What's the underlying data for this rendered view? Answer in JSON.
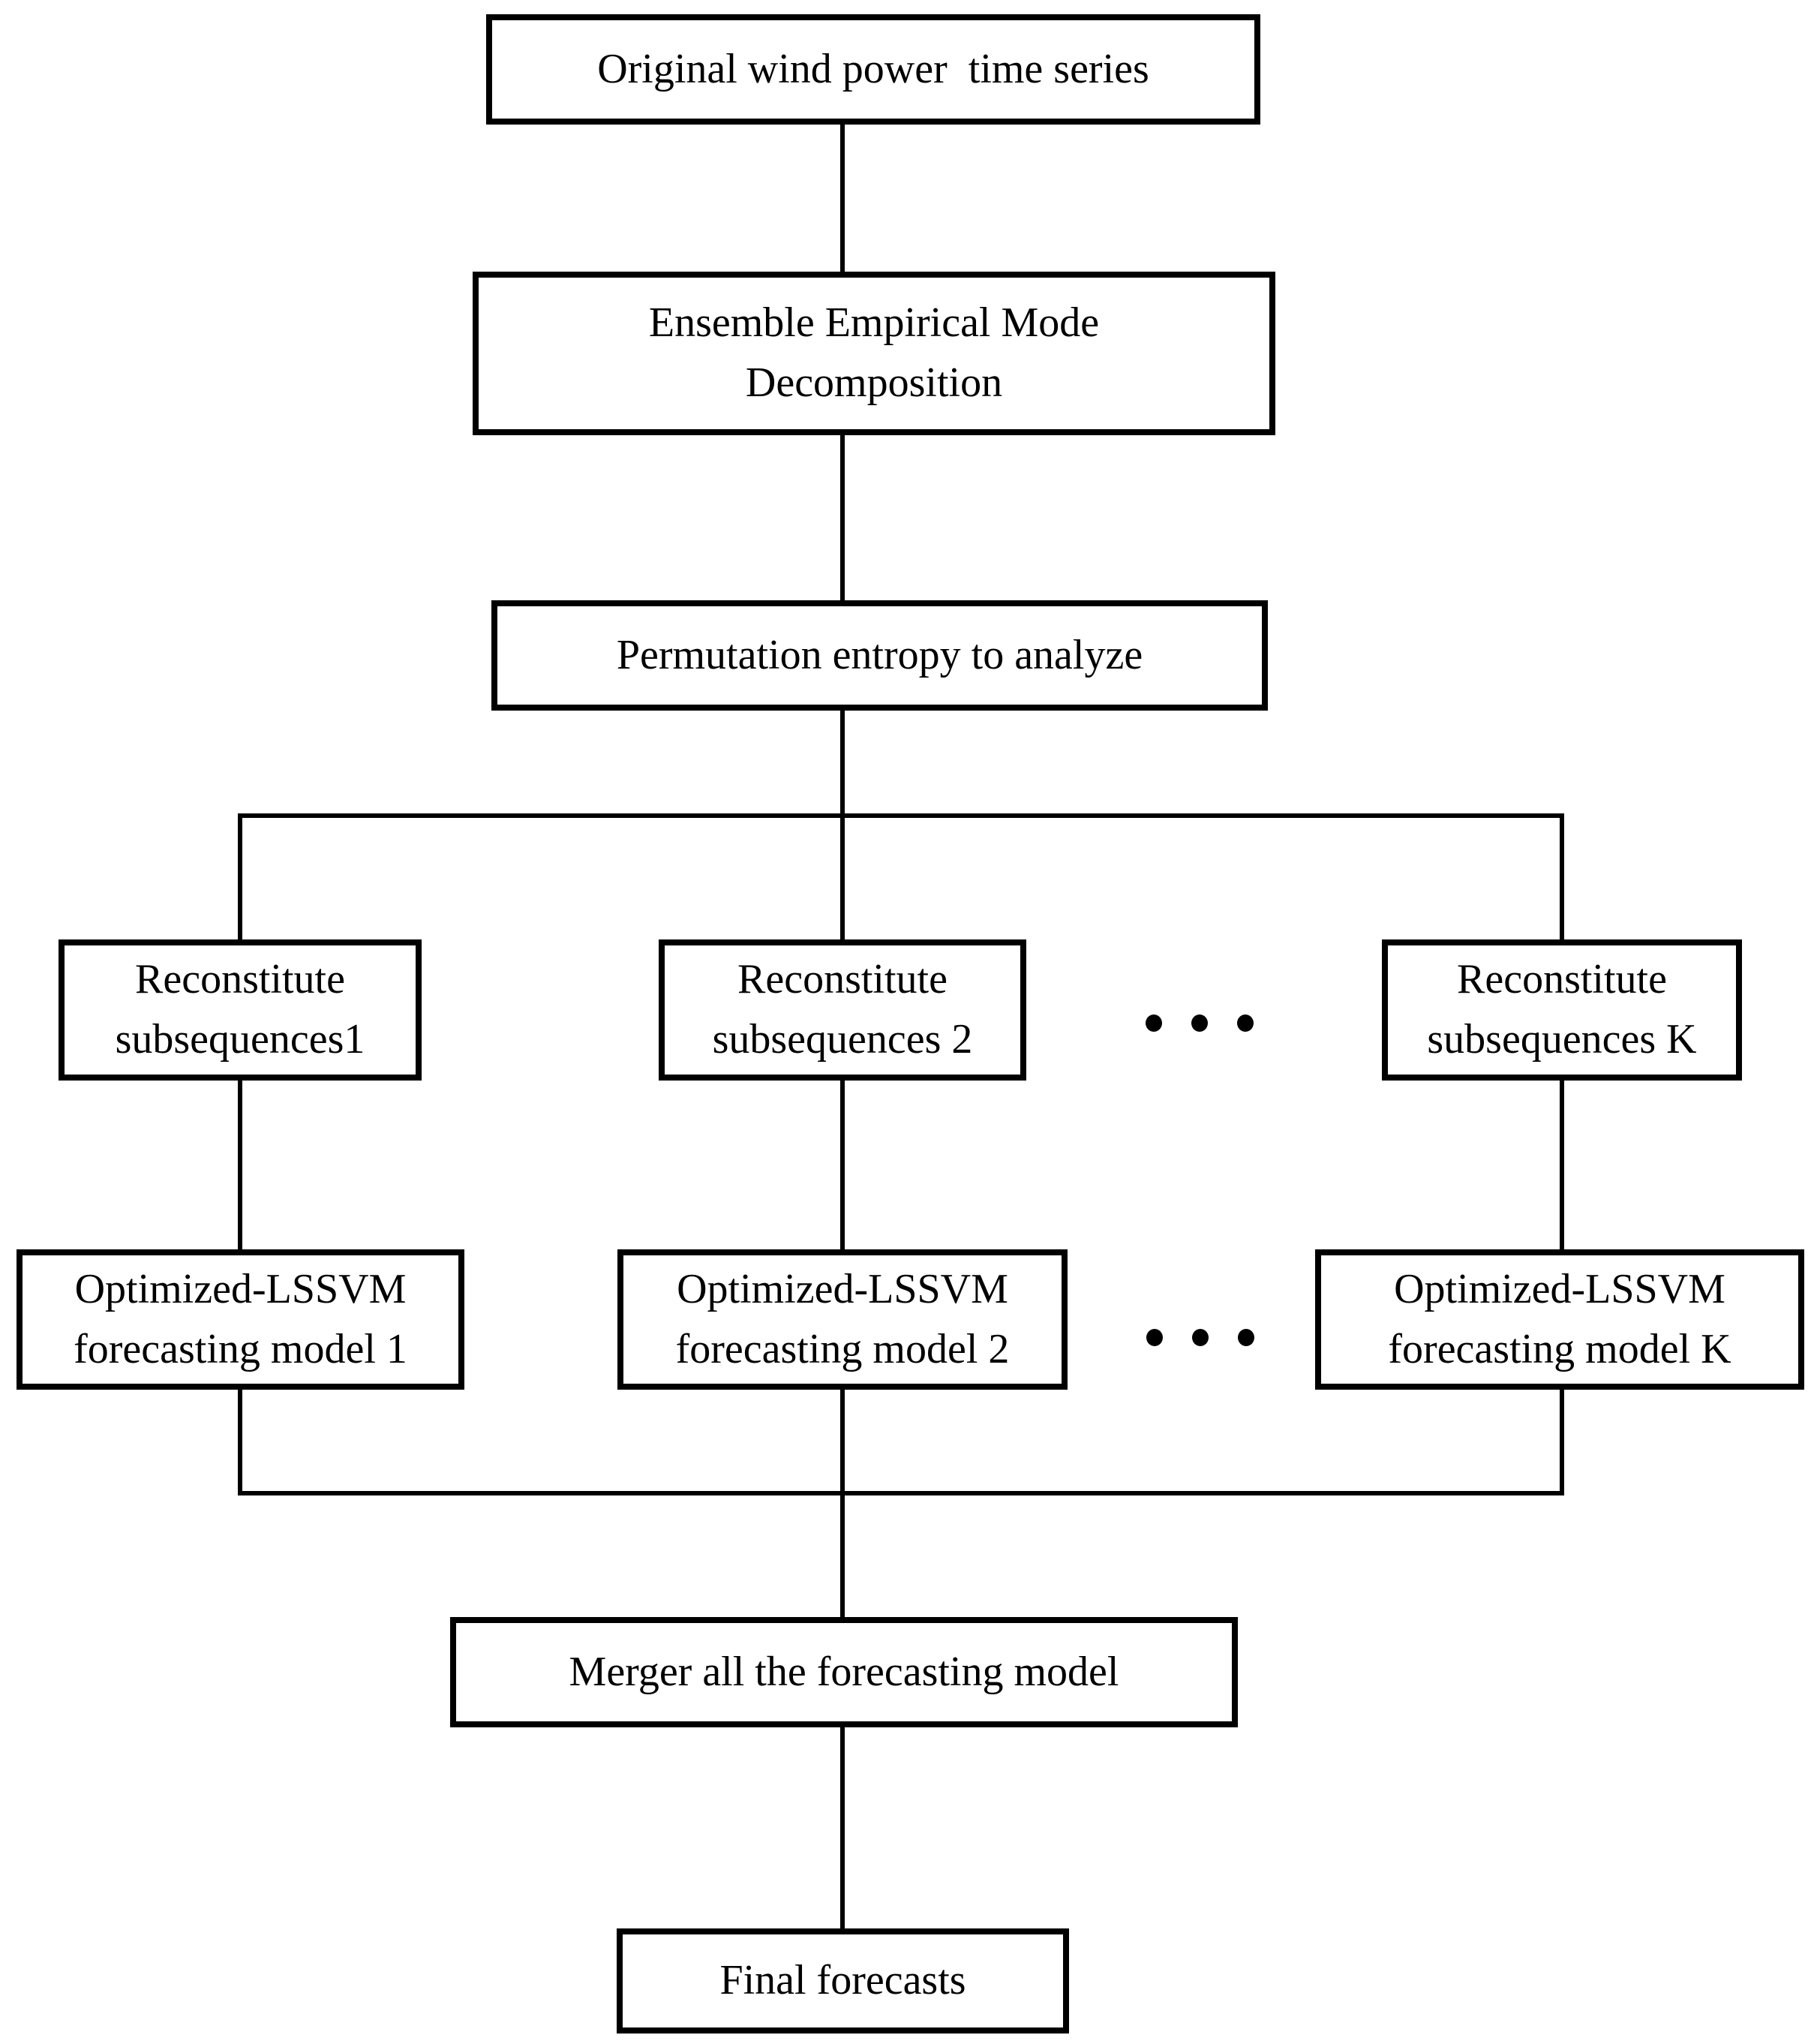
{
  "diagram": {
    "background_color": "#ffffff",
    "line_color": "#000000",
    "nodes": {
      "original": {
        "label": "Original wind power  time series"
      },
      "eemd": {
        "label": "Ensemble Empirical Mode\nDecomposition"
      },
      "pe": {
        "label": "Permutation entropy to analyze"
      },
      "recon1": {
        "label": "Reconstitute\nsubsequences1"
      },
      "recon2": {
        "label": "Reconstitute\nsubsequences 2"
      },
      "reconK": {
        "label": "Reconstitute\nsubsequences K"
      },
      "model1": {
        "label": "Optimized-LSSVM\nforecasting model 1"
      },
      "model2": {
        "label": "Optimized-LSSVM\nforecasting model 2"
      },
      "modelK": {
        "label": "Optimized-LSSVM\nforecasting model K"
      },
      "merger": {
        "label": "Merger all the forecasting model"
      },
      "final": {
        "label": "Final forecasts"
      }
    },
    "flow": [
      "original -> eemd",
      "eemd -> pe",
      "pe -> recon1",
      "pe -> recon2",
      "pe -> reconK",
      "recon1 -> model1",
      "recon2 -> model2",
      "reconK -> modelK",
      "model1 -> merger",
      "model2 -> merger",
      "modelK -> merger",
      "merger -> final"
    ]
  }
}
